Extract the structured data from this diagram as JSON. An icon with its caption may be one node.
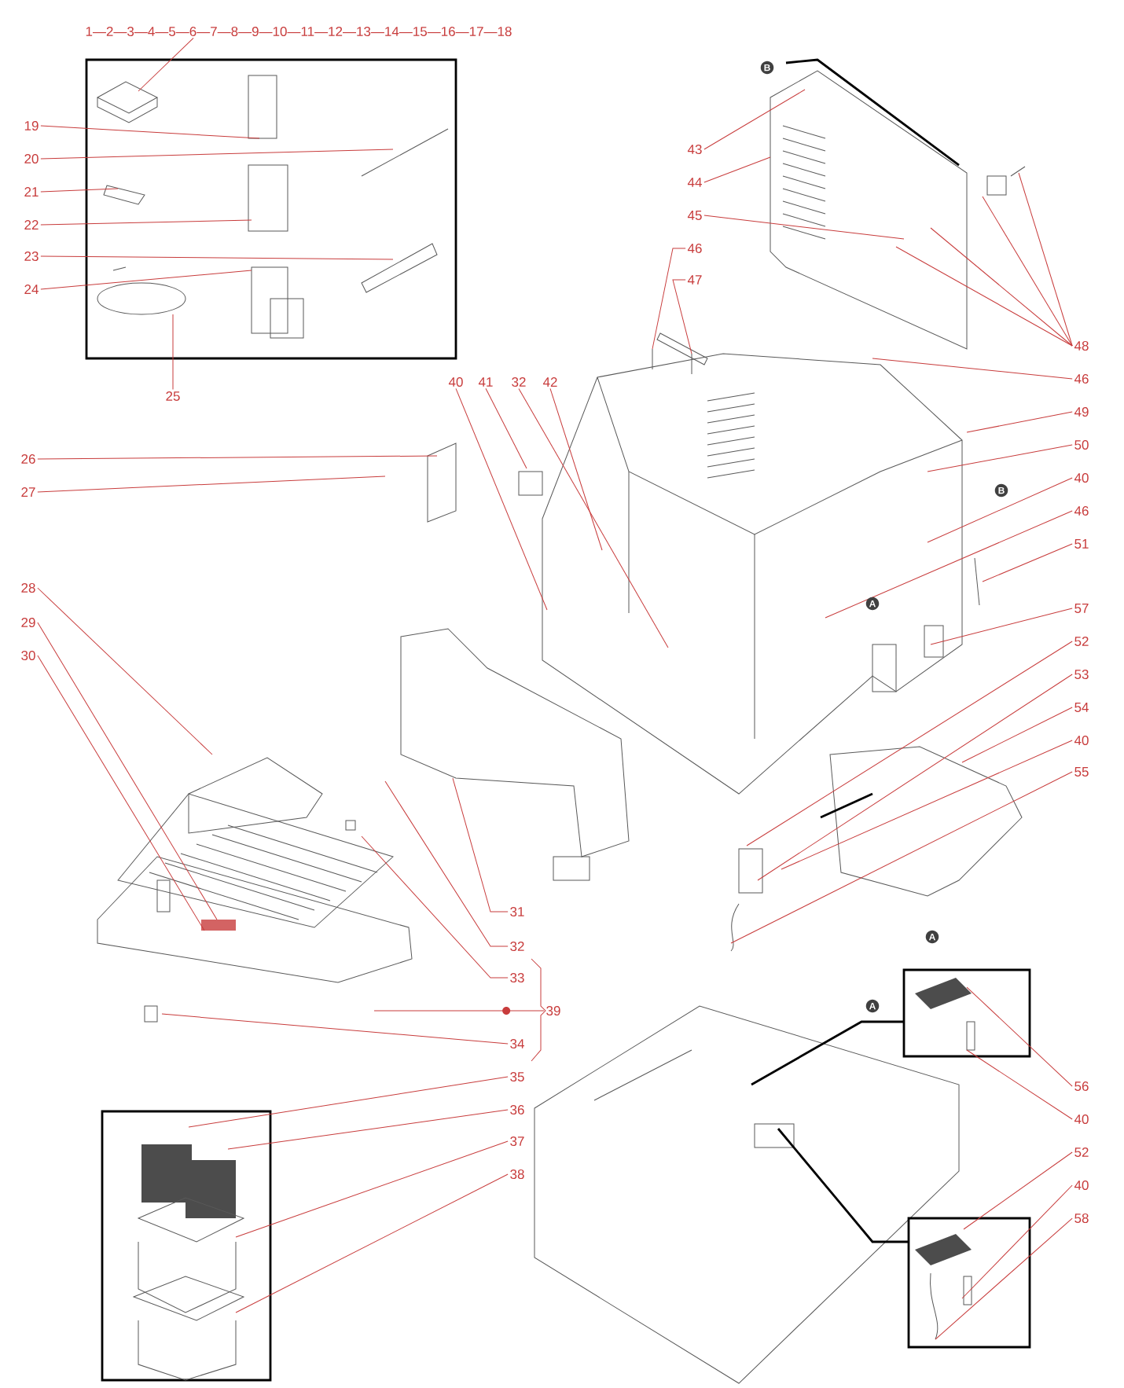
{
  "diagram": {
    "nodes": [
      {
        "text": [
          "1—2—3—4—5—6—7—8—9—10—11—12—13—14—15—16—17—18"
        ]
      },
      {
        "text": [
          "19"
        ]
      },
      {
        "text": [
          "20"
        ]
      },
      {
        "text": [
          "21"
        ]
      },
      {
        "text": [
          "22"
        ]
      },
      {
        "text": [
          "23"
        ]
      },
      {
        "text": [
          "24"
        ]
      },
      {
        "text": [
          "25"
        ]
      },
      {
        "text": [
          "40"
        ]
      },
      {
        "text": [
          "41"
        ]
      },
      {
        "text": [
          "32"
        ]
      },
      {
        "text": [
          "42"
        ]
      },
      {
        "text": [
          "43"
        ]
      },
      {
        "text": [
          "44"
        ]
      },
      {
        "text": [
          "45"
        ]
      },
      {
        "text": [
          "46"
        ]
      },
      {
        "text": [
          "47"
        ]
      },
      {
        "text": [
          "48"
        ]
      },
      {
        "text": [
          "46"
        ]
      },
      {
        "text": [
          "49"
        ]
      },
      {
        "text": [
          "50"
        ]
      },
      {
        "text": [
          "40"
        ]
      },
      {
        "text": [
          "46"
        ]
      },
      {
        "text": [
          "51"
        ]
      },
      {
        "text": [
          "57"
        ]
      },
      {
        "text": [
          "52"
        ]
      },
      {
        "text": [
          "53"
        ]
      },
      {
        "text": [
          "54"
        ]
      },
      {
        "text": [
          "40"
        ]
      },
      {
        "text": [
          "55"
        ]
      },
      {
        "text": [
          "26"
        ]
      },
      {
        "text": [
          "27"
        ]
      },
      {
        "text": [
          "28"
        ]
      },
      {
        "text": [
          "29"
        ]
      },
      {
        "text": [
          "30"
        ]
      },
      {
        "text": [
          "31"
        ]
      },
      {
        "text": [
          "32"
        ]
      },
      {
        "text": [
          "33"
        ]
      },
      {
        "text": [
          "39"
        ]
      },
      {
        "text": [
          "34"
        ]
      },
      {
        "text": [
          "35"
        ]
      },
      {
        "text": [
          "36"
        ]
      },
      {
        "text": [
          "37"
        ]
      },
      {
        "text": [
          "38"
        ]
      },
      {
        "text": [
          "56"
        ]
      },
      {
        "text": [
          "40"
        ]
      },
      {
        "text": [
          "52"
        ]
      },
      {
        "text": [
          "40"
        ]
      },
      {
        "text": [
          "58"
        ]
      }
    ],
    "edges": [
      {
        "from": 0,
        "to": null,
        "arrow": "none"
      },
      {
        "from": 1,
        "to": null,
        "arrow": "none"
      },
      {
        "from": 2,
        "to": null,
        "arrow": "none"
      },
      {
        "from": 3,
        "to": null,
        "arrow": "none"
      },
      {
        "from": 4,
        "to": null,
        "arrow": "none"
      },
      {
        "from": 5,
        "to": null,
        "arrow": "none"
      },
      {
        "from": 6,
        "to": null,
        "arrow": "none"
      },
      {
        "from": 7,
        "to": null,
        "arrow": "none"
      },
      {
        "from": 8,
        "to": null,
        "arrow": "none"
      },
      {
        "from": 9,
        "to": null,
        "arrow": "none"
      },
      {
        "from": 10,
        "to": null,
        "arrow": "none"
      },
      {
        "from": 11,
        "to": null,
        "arrow": "none"
      },
      {
        "from": 12,
        "to": null,
        "arrow": "none"
      },
      {
        "from": 13,
        "to": null,
        "arrow": "none"
      },
      {
        "from": 14,
        "to": null,
        "arrow": "none"
      },
      {
        "from": 15,
        "to": null,
        "arrow": "none"
      },
      {
        "from": 16,
        "to": null,
        "arrow": "none"
      },
      {
        "from": 17,
        "to": null,
        "arrow": "none"
      },
      {
        "from": 17,
        "to": null,
        "arrow": "none"
      },
      {
        "from": 17,
        "to": null,
        "arrow": "none"
      },
      {
        "from": 17,
        "to": null,
        "arrow": "none"
      },
      {
        "from": 18,
        "to": null,
        "arrow": "none"
      },
      {
        "from": 19,
        "to": null,
        "arrow": "none"
      },
      {
        "from": 20,
        "to": null,
        "arrow": "none"
      },
      {
        "from": 21,
        "to": null,
        "arrow": "none"
      },
      {
        "from": 22,
        "to": null,
        "arrow": "none"
      },
      {
        "from": 23,
        "to": null,
        "arrow": "none"
      },
      {
        "from": 24,
        "to": null,
        "arrow": "none"
      },
      {
        "from": 25,
        "to": null,
        "arrow": "none"
      },
      {
        "from": 26,
        "to": null,
        "arrow": "none"
      },
      {
        "from": 27,
        "to": null,
        "arrow": "none"
      },
      {
        "from": 28,
        "to": null,
        "arrow": "none"
      },
      {
        "from": 29,
        "to": null,
        "arrow": "none"
      },
      {
        "from": 30,
        "to": null,
        "arrow": "none"
      },
      {
        "from": 31,
        "to": null,
        "arrow": "none"
      },
      {
        "from": 32,
        "to": null,
        "arrow": "none"
      },
      {
        "from": 33,
        "to": null,
        "arrow": "none"
      },
      {
        "from": 34,
        "to": null,
        "arrow": "none"
      },
      {
        "from": 35,
        "to": null,
        "arrow": "none"
      },
      {
        "from": 36,
        "to": null,
        "arrow": "none"
      },
      {
        "from": 37,
        "to": null,
        "arrow": "none"
      },
      {
        "from": 38,
        "to": null,
        "arrow": "none"
      },
      {
        "from": 39,
        "to": null,
        "arrow": "none"
      },
      {
        "from": 40,
        "to": null,
        "arrow": "none"
      },
      {
        "from": 41,
        "to": null,
        "arrow": "none"
      },
      {
        "from": 42,
        "to": null,
        "arrow": "none"
      },
      {
        "from": 43,
        "to": null,
        "arrow": "none"
      },
      {
        "from": 44,
        "to": null,
        "arrow": "none"
      },
      {
        "from": 45,
        "to": null,
        "arrow": "none"
      },
      {
        "from": 46,
        "to": null,
        "arrow": "none"
      },
      {
        "from": 47,
        "to": null,
        "arrow": "none"
      },
      {
        "from": 48,
        "to": null,
        "arrow": "none"
      }
    ],
    "labels": [
      "B",
      "B",
      "A",
      "A",
      "A"
    ]
  }
}
